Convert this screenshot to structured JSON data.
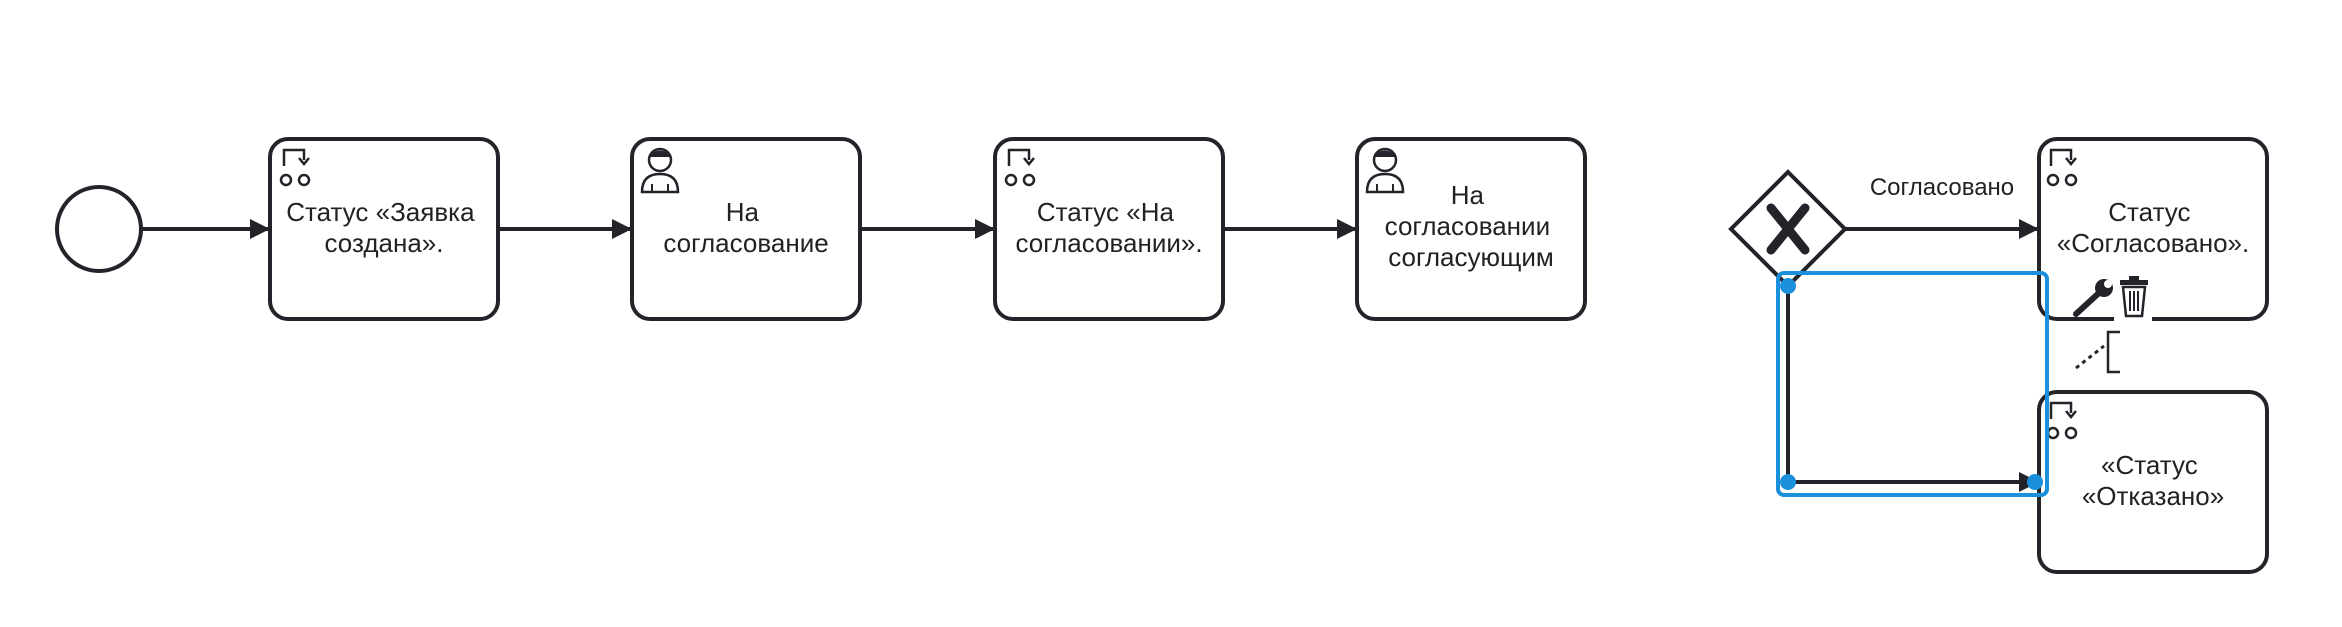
{
  "diagram": {
    "start_event": {
      "name": "start-event"
    },
    "tasks": [
      {
        "id": "t1",
        "type": "service",
        "icon": "service-icon",
        "lines": [
          "Статус «Заявка",
          "создана»."
        ]
      },
      {
        "id": "t2",
        "type": "user",
        "icon": "user-icon",
        "lines": [
          "На",
          "согласование"
        ]
      },
      {
        "id": "t3",
        "type": "service",
        "icon": "service-icon",
        "lines": [
          "Статус «На",
          "согласовании»."
        ]
      },
      {
        "id": "t4",
        "type": "user",
        "icon": "user-icon",
        "lines": [
          "На",
          "согласовании",
          "согласующим"
        ]
      },
      {
        "id": "t5",
        "type": "service",
        "icon": "service-icon",
        "lines": [
          "Статус",
          "«Согласовано»."
        ]
      },
      {
        "id": "t6",
        "type": "service",
        "icon": "service-icon",
        "lines": [
          "«Статус",
          "«Отказано»"
        ]
      }
    ],
    "gateway": {
      "type": "exclusive",
      "marker": "X",
      "icon": "exclusive-gateway-icon"
    },
    "flow_labels": {
      "approved": "Согласовано"
    },
    "context_pad": {
      "wrench": "wrench-icon",
      "trash": "trash-icon",
      "association": "association-icon",
      "annotation": "text-annotation-icon"
    },
    "selection_color": "#1a8fdc",
    "stroke_color": "#22242a"
  }
}
